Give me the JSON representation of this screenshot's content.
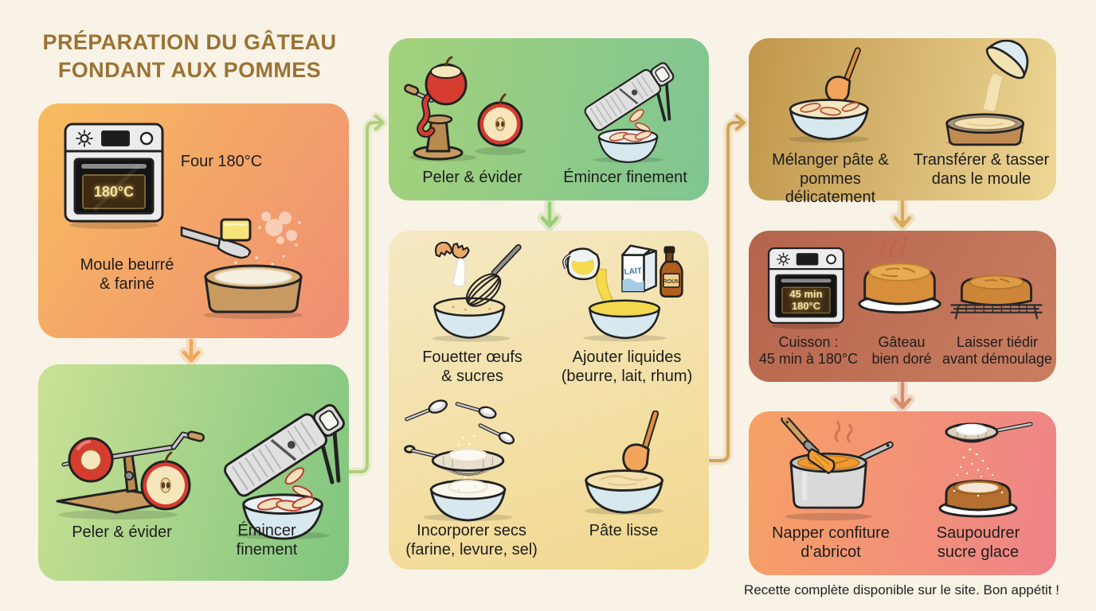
{
  "title": "PRÉPARATION DU GÂTEAU\nFONDANT AUX POMMES",
  "footer": "Recette complète disponible sur le site. Bon appétit !",
  "colors": {
    "background": "#f8f3e6",
    "title_text": "#9c7233",
    "label_text": "#1d1d1d",
    "panel_preheat_gradient": [
      "#f8bc5e",
      "#ef8d74"
    ],
    "panel_apples_left_gradient": [
      "#cbe194",
      "#7fc57f"
    ],
    "panel_apples_mid_gradient": [
      "#a4d27b",
      "#7fc592"
    ],
    "panel_batter_gradient": [
      "#f5e9c4",
      "#f2d88e"
    ],
    "panel_assemble_gradient": [
      "#c0964b",
      "#eed795"
    ],
    "panel_bake_gradient": [
      "#b5644c",
      "#c97e61"
    ],
    "panel_finish_gradient": [
      "#f7a165",
      "#ee8389"
    ],
    "arrow_orange": "#f1a55b",
    "arrow_green": "#9bcd78",
    "arrow_gold": "#d8ab58",
    "arrow_terracotta": "#d88b6d",
    "connector_green": "#b1cf7a",
    "connector_gold": "#d2a255"
  },
  "panels": {
    "preheat": {
      "step1": "Four 180°C",
      "step2": "Moule beurré\n& fariné",
      "oven_display": "180°C"
    },
    "apples_left": {
      "step1": "Peler & évider",
      "step2": "Émincer\nfinement"
    },
    "apples_mid": {
      "step1": "Peler & évider",
      "step2": "Émincer finement"
    },
    "batter": {
      "step1": "Fouetter œufs\n& sucres",
      "step2": "Ajouter liquides\n(beurre, lait, rhum)",
      "step3": "Incorporer secs\n(farine, levure, sel)",
      "step4": "Pâte lisse",
      "milk_label": "LAIT",
      "rum_label": "ROUN"
    },
    "assemble": {
      "step1": "Mélanger pâte &\npommes délicatement",
      "step2": "Transférer & tasser\ndans le moule"
    },
    "bake": {
      "step1": "Cuisson :\n45 min à 180°C",
      "step2": "Gâteau\nbien doré",
      "step3": "Laisser tiédir\navant démoulage",
      "oven_display": "45 min\n180°C"
    },
    "finish": {
      "step1": "Napper confiture\nd’abricot",
      "step2": "Saupoudrer\nsucre glace"
    }
  },
  "icons": {
    "preheat": [
      "oven-icon",
      "butter-pan-icon"
    ],
    "apples_left": [
      "apple-peeler-icon",
      "mandoline-bowl-icon"
    ],
    "apples_mid": [
      "apple-peeler-icon",
      "mandoline-bowl-icon"
    ],
    "batter": [
      "egg-whisk-bowl-icon",
      "liquids-icon",
      "dry-ingredients-icon",
      "smooth-batter-icon"
    ],
    "assemble": [
      "mixing-bowl-icon",
      "pour-into-pan-icon"
    ],
    "bake": [
      "oven-icon",
      "cake-plate-icon",
      "cooling-rack-icon"
    ],
    "finish": [
      "jam-saucepan-icon",
      "sugar-sieve-icon"
    ]
  }
}
